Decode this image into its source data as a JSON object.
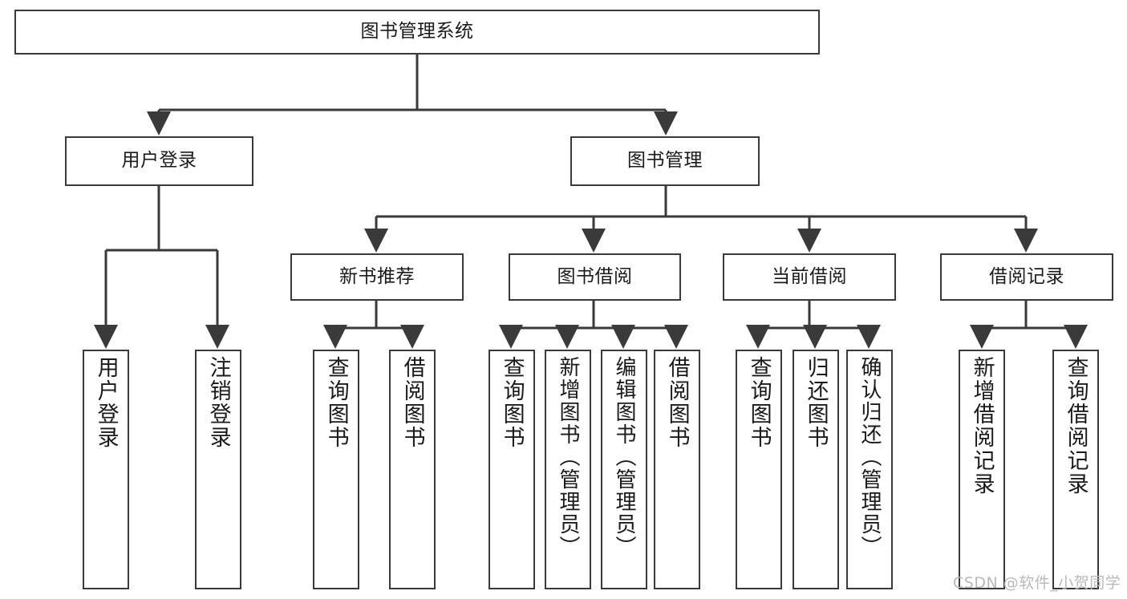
{
  "diagram": {
    "type": "tree",
    "title": "图书管理系统",
    "watermark": "CSDN @软件_小贺同学",
    "colors": {
      "box_border": "#3a3a3a",
      "box_fill": "#ffffff",
      "connector": "#3a3a3a",
      "text": "#1a1a1a",
      "watermark": "#b9b9b9"
    },
    "nodes": {
      "root": {
        "label": "图书管理系统"
      },
      "level2": [
        {
          "label": "用户登录"
        },
        {
          "label": "图书管理"
        }
      ],
      "level3": [
        {
          "label": "新书推荐"
        },
        {
          "label": "图书借阅"
        },
        {
          "label": "当前借阅"
        },
        {
          "label": "借阅记录"
        }
      ],
      "leaves": [
        {
          "label": "用户登录",
          "parent": "用户登录"
        },
        {
          "label": "注销登录",
          "parent": "用户登录"
        },
        {
          "label": "查询图书",
          "parent": "新书推荐"
        },
        {
          "label": "借阅图书",
          "parent": "新书推荐"
        },
        {
          "label": "查询图书",
          "parent": "图书借阅"
        },
        {
          "label": "新增图书（管理员）",
          "parent": "图书借阅"
        },
        {
          "label": "编辑图书（管理员）",
          "parent": "图书借阅"
        },
        {
          "label": "借阅图书",
          "parent": "图书借阅"
        },
        {
          "label": "查询图书",
          "parent": "当前借阅"
        },
        {
          "label": "归还图书",
          "parent": "当前借阅"
        },
        {
          "label": "确认归还（管理员）",
          "parent": "当前借阅"
        },
        {
          "label": "新增借阅记录",
          "parent": "借阅记录"
        },
        {
          "label": "查询借阅记录",
          "parent": "借阅记录"
        }
      ]
    }
  }
}
